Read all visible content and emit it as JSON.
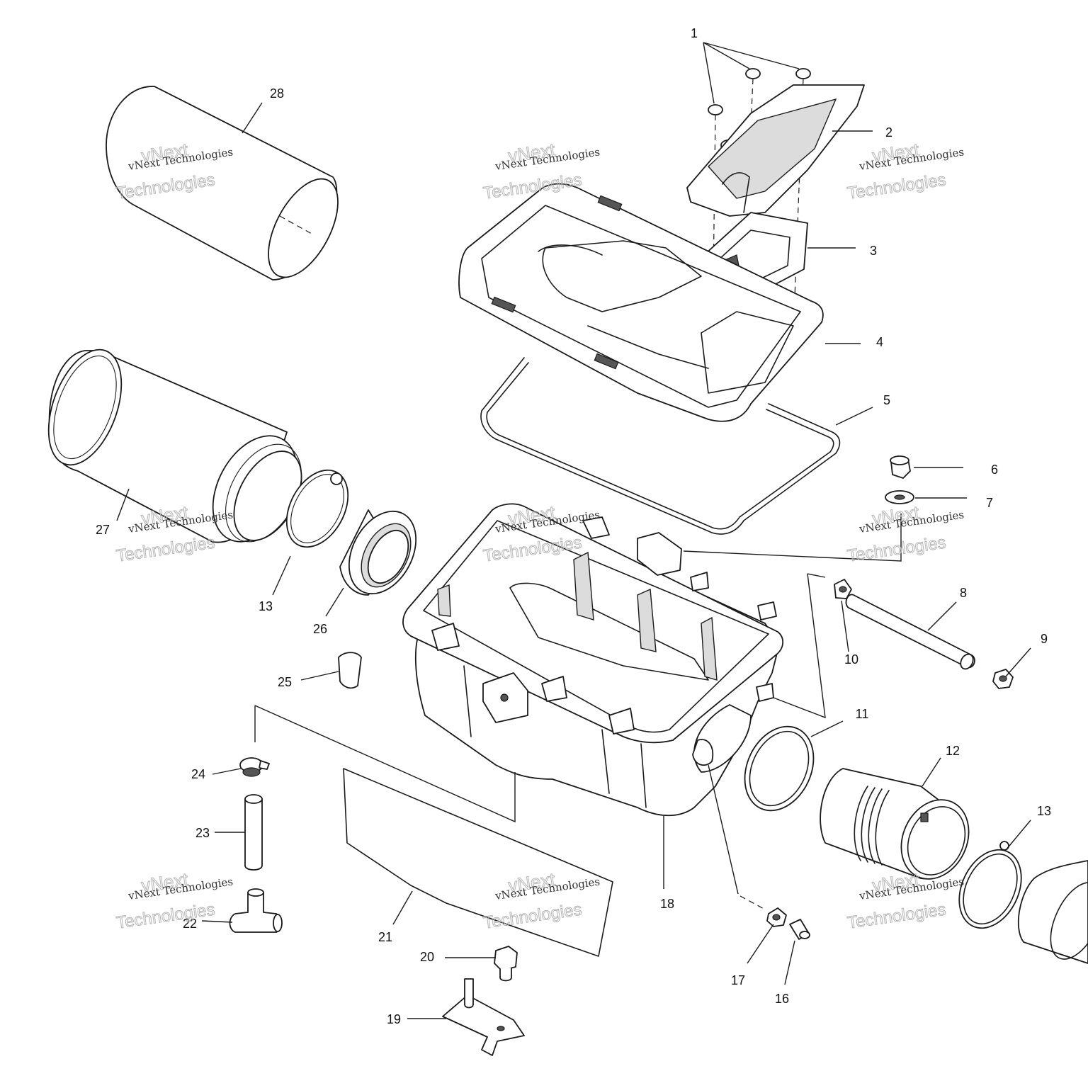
{
  "callouts": {
    "c1": "1",
    "c2": "2",
    "c3": "3",
    "c4": "4",
    "c5": "5",
    "c6": "6",
    "c7": "7",
    "c8": "8",
    "c9": "9",
    "c10": "10",
    "c11": "11",
    "c12": "12",
    "c13a": "13",
    "c13b": "13",
    "c16": "16",
    "c17": "17",
    "c18": "18",
    "c19": "19",
    "c20": "20",
    "c21": "21",
    "c22": "22",
    "c23": "23",
    "c24": "24",
    "c25": "25",
    "c26": "26",
    "c27": "27",
    "c28": "28"
  },
  "watermark": {
    "line1": "vNext Technologies",
    "line2": "vNext",
    "line3": "Technologies"
  }
}
